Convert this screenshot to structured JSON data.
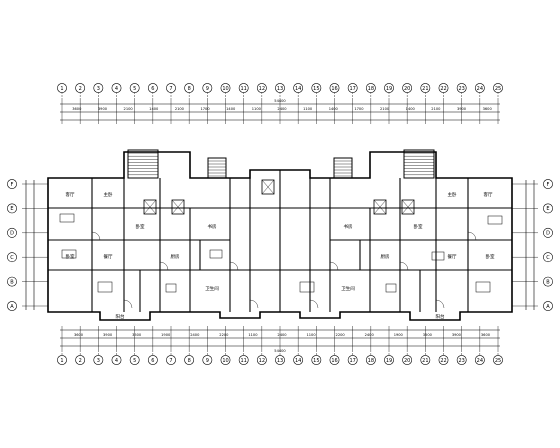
{
  "drawing": {
    "top_axes": [
      "1",
      "2",
      "3",
      "4",
      "5",
      "6",
      "7",
      "8",
      "9",
      "10",
      "11",
      "12",
      "13",
      "14",
      "15",
      "16",
      "17",
      "18",
      "19",
      "20",
      "21",
      "22",
      "23",
      "24",
      "25"
    ],
    "bottom_axes": [
      "1",
      "2",
      "3",
      "4",
      "5",
      "6",
      "7",
      "8",
      "9",
      "10",
      "11",
      "12",
      "13",
      "14",
      "15",
      "16",
      "17",
      "18",
      "19",
      "20",
      "21",
      "22",
      "23",
      "24",
      "25"
    ],
    "left_axes": [
      "F",
      "E",
      "D",
      "C",
      "B",
      "A"
    ],
    "right_axes": [
      "F",
      "E",
      "D",
      "C",
      "B",
      "A"
    ],
    "top_dims": [
      "3600",
      "3900",
      "2100",
      "1400",
      "2100",
      "1700",
      "1400",
      "1100",
      "2400",
      "1100",
      "1400",
      "1700",
      "2100",
      "1400",
      "2100",
      "3900",
      "3600"
    ],
    "bottom_dims": [
      "3600",
      "3900",
      "3500",
      "1900",
      "2400",
      "2200",
      "1100",
      "2400",
      "1100",
      "2200",
      "2400",
      "1900",
      "3500",
      "3900",
      "3600"
    ],
    "overall_dim": "54400",
    "room_labels": [
      "客厅",
      "主卧",
      "卧室",
      "卧室",
      "厨房",
      "餐厅",
      "书房",
      "卫生间",
      "阳台",
      "客厅",
      "主卧",
      "卧室",
      "厨房",
      "餐厅",
      "卧室",
      "阳台",
      "书房",
      "卫生间"
    ]
  },
  "colors": {
    "line": "#000000",
    "background": "#ffffff"
  }
}
